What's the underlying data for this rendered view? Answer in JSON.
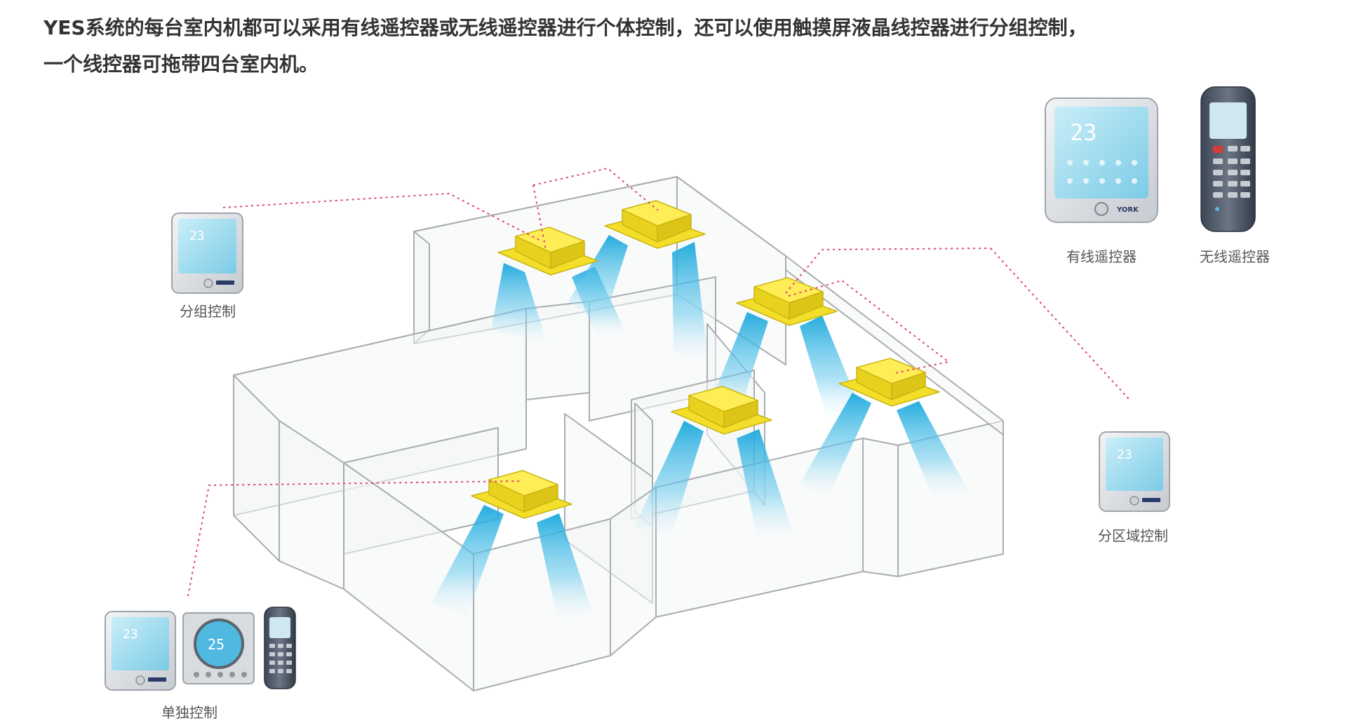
{
  "intro": {
    "line1": "YES系统的每台室内机都可以采用有线遥控器或无线遥控器进行个体控制，还可以使用触摸屏液晶线控器进行分组控制，",
    "line2": "一个线控器可拖带四台室内机。"
  },
  "controllers": {
    "group": {
      "label": "分组控制",
      "display": "23"
    },
    "wired": {
      "label": "有线遥控器",
      "display": "23",
      "brand": "YORK"
    },
    "wireless": {
      "label": "无线遥控器"
    },
    "zone": {
      "label": "分区域控制",
      "display": "23"
    },
    "single": {
      "label": "单独控制",
      "display": "23",
      "round_display": "25"
    }
  },
  "colors": {
    "unit": "#f5e33a",
    "unit_edge": "#c9b512",
    "airflow": "#29b6e6",
    "link": "#e0407a",
    "wall": "#b5b8bc",
    "panel_screen": "#a8dff0"
  }
}
